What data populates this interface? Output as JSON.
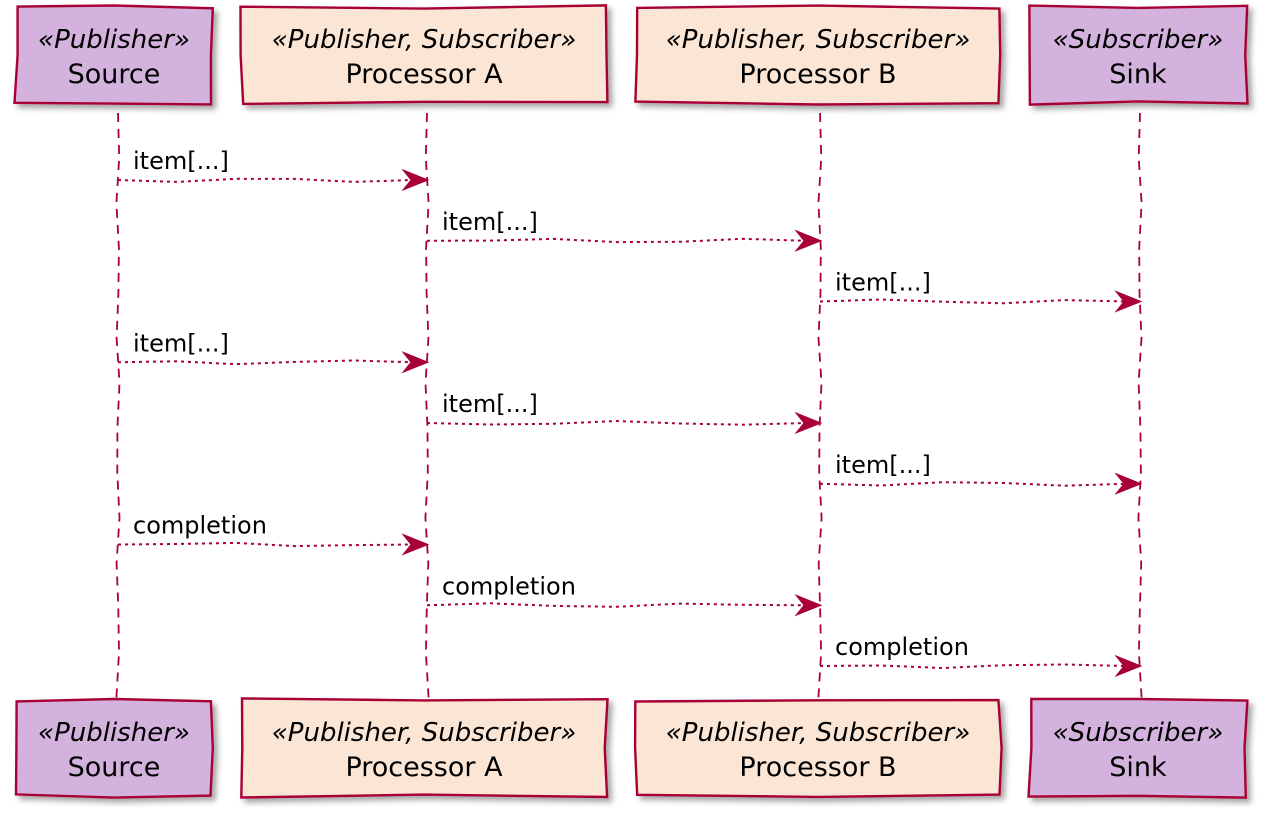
{
  "colors": {
    "publisher_fill": "#D3B3DD",
    "pubsub_fill": "#FBE6D5",
    "border": "#A80036",
    "arrow": "#A80036",
    "lifeline": "#A80036",
    "text": "#000000"
  },
  "participants": [
    {
      "id": "source",
      "stereotype": "«Publisher»",
      "name": "Source",
      "kind": "publisher"
    },
    {
      "id": "processor-a",
      "stereotype": "«Publisher, Subscriber»",
      "name": "Processor A",
      "kind": "pubsub"
    },
    {
      "id": "processor-b",
      "stereotype": "«Publisher, Subscriber»",
      "name": "Processor B",
      "kind": "pubsub"
    },
    {
      "id": "sink",
      "stereotype": "«Subscriber»",
      "name": "Sink",
      "kind": "publisher"
    }
  ],
  "messages": [
    {
      "from": "source",
      "to": "processor-a",
      "label": "item[...]"
    },
    {
      "from": "processor-a",
      "to": "processor-b",
      "label": "item[...]"
    },
    {
      "from": "processor-b",
      "to": "sink",
      "label": "item[...]"
    },
    {
      "from": "source",
      "to": "processor-a",
      "label": "item[...]"
    },
    {
      "from": "processor-a",
      "to": "processor-b",
      "label": "item[...]"
    },
    {
      "from": "processor-b",
      "to": "sink",
      "label": "item[...]"
    },
    {
      "from": "source",
      "to": "processor-a",
      "label": "completion"
    },
    {
      "from": "processor-a",
      "to": "processor-b",
      "label": "completion"
    },
    {
      "from": "processor-b",
      "to": "sink",
      "label": "completion"
    }
  ]
}
